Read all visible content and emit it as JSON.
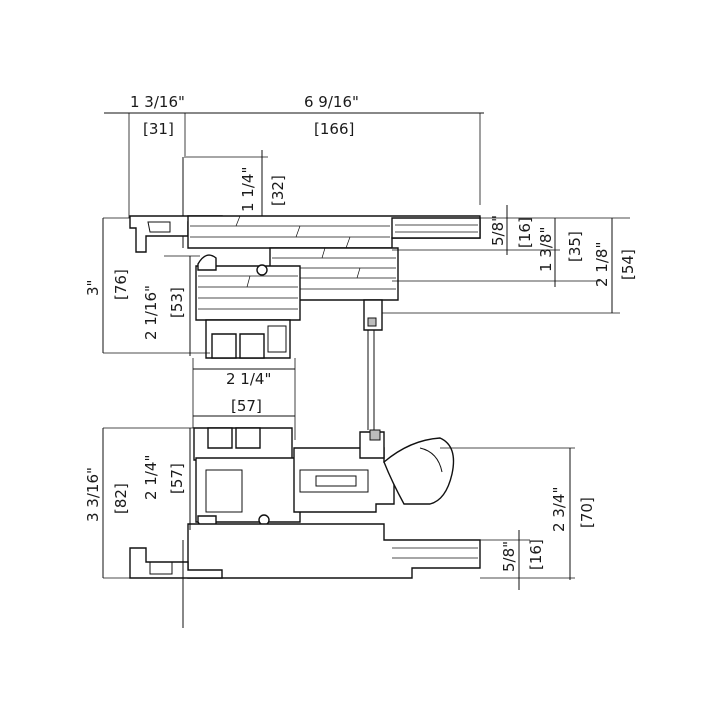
{
  "dimensions": {
    "top_left_width_imperial": "1 3/16\"",
    "top_left_width_metric": "[31]",
    "top_right_width_imperial": "6 9/16\"",
    "top_right_width_metric": "[166]",
    "head_height_imperial": "1 1/4\"",
    "head_height_metric": "[32]",
    "left_outer_imperial": "3\"",
    "left_outer_metric": "[76]",
    "left_inner_imperial": "2 1/16\"",
    "left_inner_metric": "[53]",
    "right_a_imperial": "5/8\"",
    "right_a_metric": "[16]",
    "right_b_imperial": "1 3/8\"",
    "right_b_metric": "[35]",
    "right_c_imperial": "2 1/8\"",
    "right_c_metric": "[54]",
    "middle_width_imperial": "2 1/4\"",
    "middle_width_metric": "[57]",
    "bottom_outer_imperial": "3 3/16\"",
    "bottom_outer_metric": "[82]",
    "bottom_inner_imperial": "2 1/4\"",
    "bottom_inner_metric": "[57]",
    "bottom_right_a_imperial": "5/8\"",
    "bottom_right_a_metric": "[16]",
    "bottom_right_b_imperial": "2 3/4\"",
    "bottom_right_b_metric": "[70]"
  }
}
